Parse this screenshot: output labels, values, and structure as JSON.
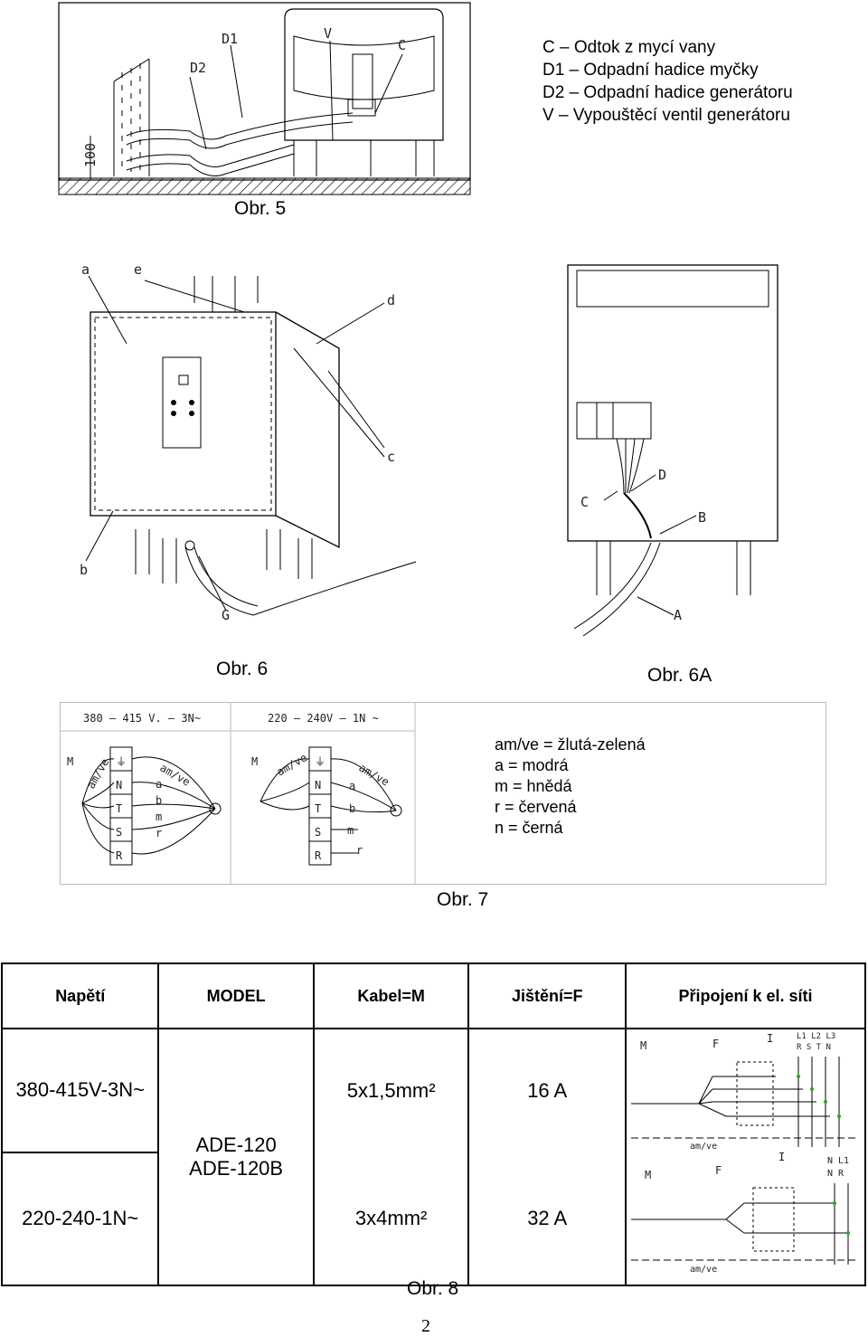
{
  "fig5": {
    "labels": {
      "d1": "D1",
      "d2": "D2",
      "v": "V",
      "c": "C",
      "dim": "100"
    },
    "legend": [
      "C – Odtok z mycí vany",
      "D1 – Odpadní hadice myčky",
      "D2 – Odpadní hadice generátoru",
      "V – Vypouštěcí ventil generátoru"
    ],
    "caption": "Obr. 5"
  },
  "fig6": {
    "labels": {
      "a": "a",
      "e": "e",
      "d": "d",
      "c": "c",
      "b": "b",
      "g": "G"
    },
    "caption": "Obr. 6"
  },
  "fig6a": {
    "labels": {
      "d": "D",
      "c": "C",
      "b": "B",
      "a": "A"
    },
    "caption": "Obr. 6A"
  },
  "fig7": {
    "left_header": "380 – 415 V. – 3N~",
    "right_header": "220 – 240V – 1N ~",
    "terminal_letters": [
      "⏚",
      "N",
      "T",
      "S",
      "R"
    ],
    "wire_labels": {
      "m": "M",
      "amve": "am/ve",
      "a": "a",
      "b": "b",
      "mm": "m",
      "r": "r"
    },
    "legend": [
      "am/ve = žlutá-zelená",
      "a = modrá",
      "m = hnědá",
      "r = červená",
      "n = černá"
    ],
    "caption": "Obr. 7"
  },
  "fig8": {
    "headers": [
      "Napětí",
      "MODEL",
      "Kabel=M",
      "Jištění=F",
      "Připojení k el. síti"
    ],
    "rows": [
      {
        "voltage": "380-415V-3N~",
        "cable": "5x1,5mm²",
        "fuse": "16 A"
      },
      {
        "voltage": "220-240-1N~",
        "cable": "3x4mm²",
        "fuse": "32 A"
      }
    ],
    "model_lines": [
      "ADE-120",
      "ADE-120B"
    ],
    "diagram_labels": {
      "m": "M",
      "f": "F",
      "i": "I",
      "l3phase_top": "L1 L2 L3",
      "l3phase_bottom": "R  S  T  N",
      "l1phase_top": "N  L1",
      "l1phase_bottom": "N  R",
      "amve": "am/ve"
    },
    "caption": "Obr. 8"
  },
  "page_number": "2"
}
